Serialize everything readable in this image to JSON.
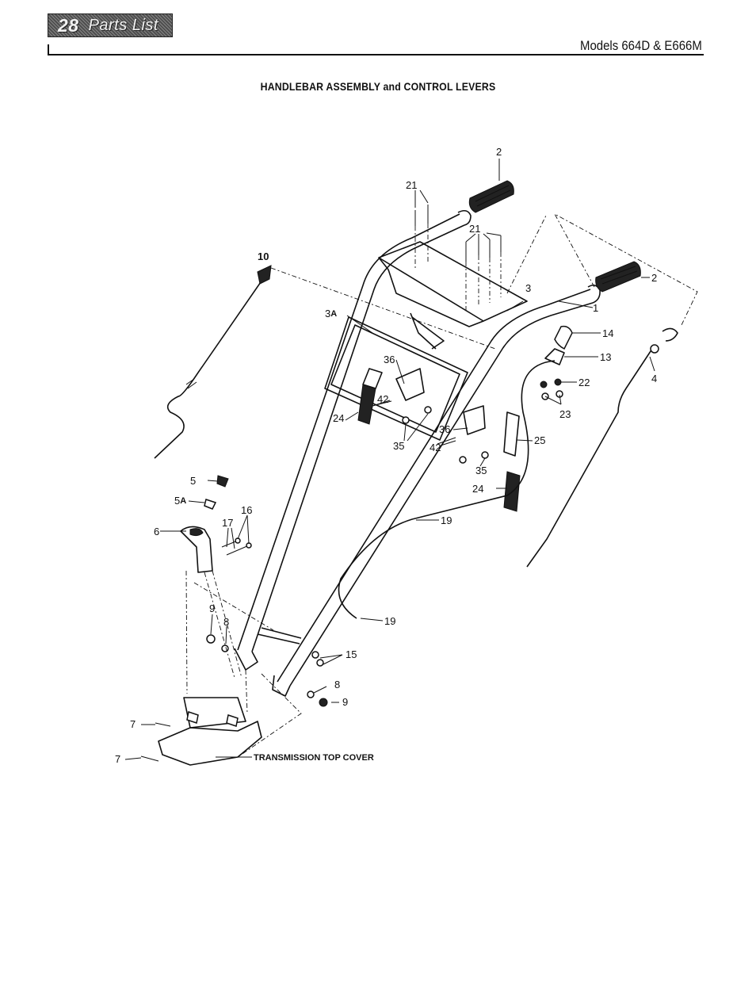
{
  "header": {
    "page_number": "28",
    "section": "Parts List",
    "models": "Models 664D & E666M"
  },
  "title": "HANDLEBAR ASSEMBLY and CONTROL LEVERS",
  "callouts": {
    "c1": "1",
    "c2a": "2",
    "c2b": "2",
    "c3": "3",
    "c3a": "3",
    "c3a_sub": "A",
    "c4": "4",
    "c5": "5",
    "c5a": "5",
    "c5a_sub": "A",
    "c6": "6",
    "c7a": "7",
    "c7b": "7",
    "c8a": "8",
    "c8b": "8",
    "c9a": "9",
    "c9b": "9",
    "c10": "10",
    "c13": "13",
    "c14": "14",
    "c15": "15",
    "c16": "16",
    "c17": "17",
    "c19a": "19",
    "c19b": "19",
    "c21a": "21",
    "c21b": "21",
    "c22": "22",
    "c23": "23",
    "c24a": "24",
    "c24b": "24",
    "c25": "25",
    "c35a": "35",
    "c35b": "35",
    "c36a": "36",
    "c36b": "36",
    "c42a": "42",
    "c42b": "42"
  },
  "labels": {
    "transmission_top_cover": "TRANSMISSION TOP COVER"
  }
}
